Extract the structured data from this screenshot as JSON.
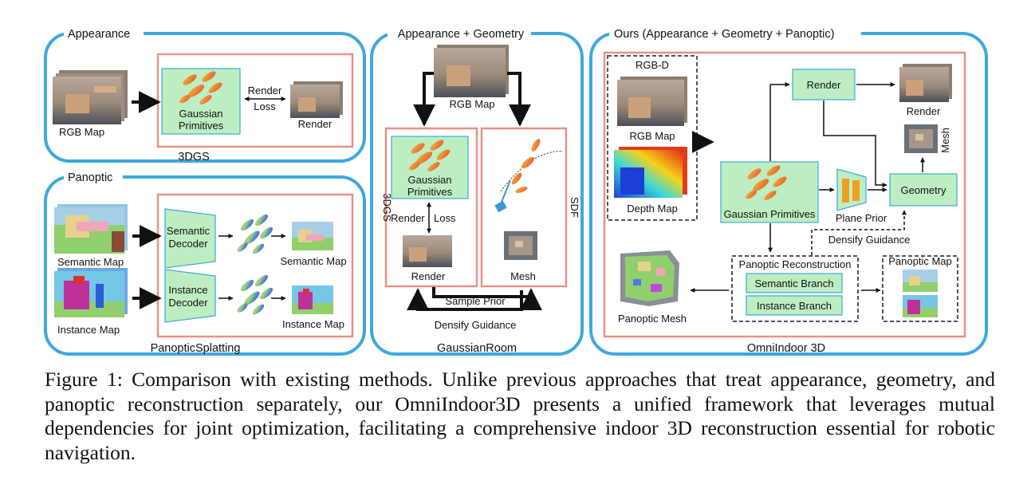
{
  "figure": {
    "panels": {
      "appearance": {
        "title": "Appearance",
        "input_label": "RGB Map",
        "primitives_label": [
          "Gaussian",
          "Primitives"
        ],
        "render_loss_label": [
          "Render",
          "Loss"
        ],
        "output_label": "Render",
        "method_label": "3DGS"
      },
      "panoptic": {
        "title": "Panoptic",
        "semantic_input_label": "Semantic Map",
        "instance_input_label": "Instance Map",
        "semantic_decoder_label": [
          "Semantic",
          "Decoder"
        ],
        "instance_decoder_label": [
          "Instance",
          "Decoder"
        ],
        "semantic_output_label": "Semantic Map",
        "instance_output_label": "Instance Map",
        "method_label": "PanopticSplatting"
      },
      "appearance_geometry": {
        "title": "Appearance + Geometry",
        "input_label": "RGB Map",
        "primitives_label": [
          "Gaussian",
          "Primitives"
        ],
        "render_loss_label": [
          "Render",
          "Loss"
        ],
        "render_label": "Render",
        "mesh_label": "Mesh",
        "branch_left_label": "3DGS",
        "branch_right_label": "SDF",
        "sample_prior_label": "Sample Prior",
        "densify_label": "Densify Guidance",
        "method_label": "GaussianRoom"
      },
      "ours": {
        "title": "Ours (Appearance + Geometry + Panoptic)",
        "rgbd_label": "RGB-D",
        "rgb_map_label": "RGB Map",
        "depth_map_label": "Depth Map",
        "render_box_label": "Render",
        "render_out_label": "Render",
        "mesh_label": "Mesh",
        "geometry_label": "Geometry",
        "primitives_label": "Gaussian Primitives",
        "plane_prior_label": "Plane Prior",
        "densify_label": "Densify Guidance",
        "panoptic_recon_label": "Panoptic Reconstruction",
        "semantic_branch_label": "Semantic Branch",
        "instance_branch_label": "Instance Branch",
        "panoptic_map_label": "Panoptic Map",
        "panoptic_mesh_label": "Panoptic Mesh",
        "method_label": "OmniIndoor 3D"
      }
    },
    "colors": {
      "panel_border": "#3ea8de",
      "inner_border": "#e8908a",
      "box_fill": "#bdeec1",
      "box_border": "#3ea8de",
      "dashed": "#555555",
      "depth_map": "#1f5fe0",
      "gaussian": "#e8833a"
    }
  },
  "caption": "Figure 1: Comparison with existing methods. Unlike previous approaches that treat appearance, geometry, and panoptic reconstruction separately, our OmniIndoor3D presents a unified framework that leverages mutual dependencies for joint optimization, facilitating a comprehensive indoor 3D reconstruction essential for robotic navigation."
}
